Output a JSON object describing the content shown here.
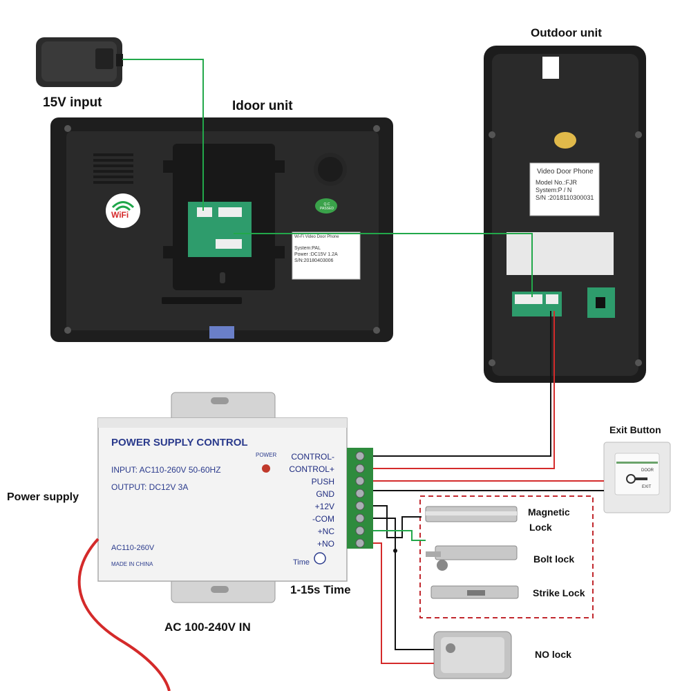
{
  "labels": {
    "outdoor_unit": "Outdoor unit",
    "indoor_unit": "Idoor unit",
    "input_15v": "15V input",
    "power_supply": "Power supply",
    "ac_in": "AC 100-240V IN",
    "time_range": "1-15s Time",
    "exit_button": "Exit Button",
    "magnetic_lock": "Magnetic",
    "magnetic_lock_2": "Lock",
    "bolt_lock": "Bolt lock",
    "strike_lock": "Strike Lock",
    "no_lock": "NO lock"
  },
  "psu": {
    "title": "POWER SUPPLY CONTROL",
    "input": "INPUT: AC110-260V 50-60HZ",
    "output": "OUTPUT: DC12V 3A",
    "power_led": "POWER",
    "ac_label": "AC110-260V",
    "made_in": "MADE IN CHINA",
    "time": "Time",
    "terminals": [
      "CONTROL-",
      "CONTROL+",
      "PUSH",
      "GND",
      "+12V",
      "-COM",
      "+NC",
      "+NO"
    ]
  },
  "indoor_sticker": {
    "title": "Wi-Fi Video Door Phone",
    "system": "System:PAL",
    "power": "Power :DC15V  1.2A",
    "sn": "S/N:20180403006"
  },
  "outdoor_sticker": {
    "title": "Video Door Phone",
    "model": "Model No.:FJR",
    "system": "System:P / N",
    "sn": "S/N :2018110300031"
  },
  "wifi_logo": "WiFi",
  "exit_plate": {
    "door": "DOOR",
    "exit": "EXIT"
  },
  "qc_badge": "Q.C PASSED",
  "colors": {
    "wire_green": "#22a84a",
    "wire_red": "#d42a2a",
    "wire_black": "#111111",
    "psu_text": "#2a3a8c",
    "dashed_box": "#c1272d"
  }
}
